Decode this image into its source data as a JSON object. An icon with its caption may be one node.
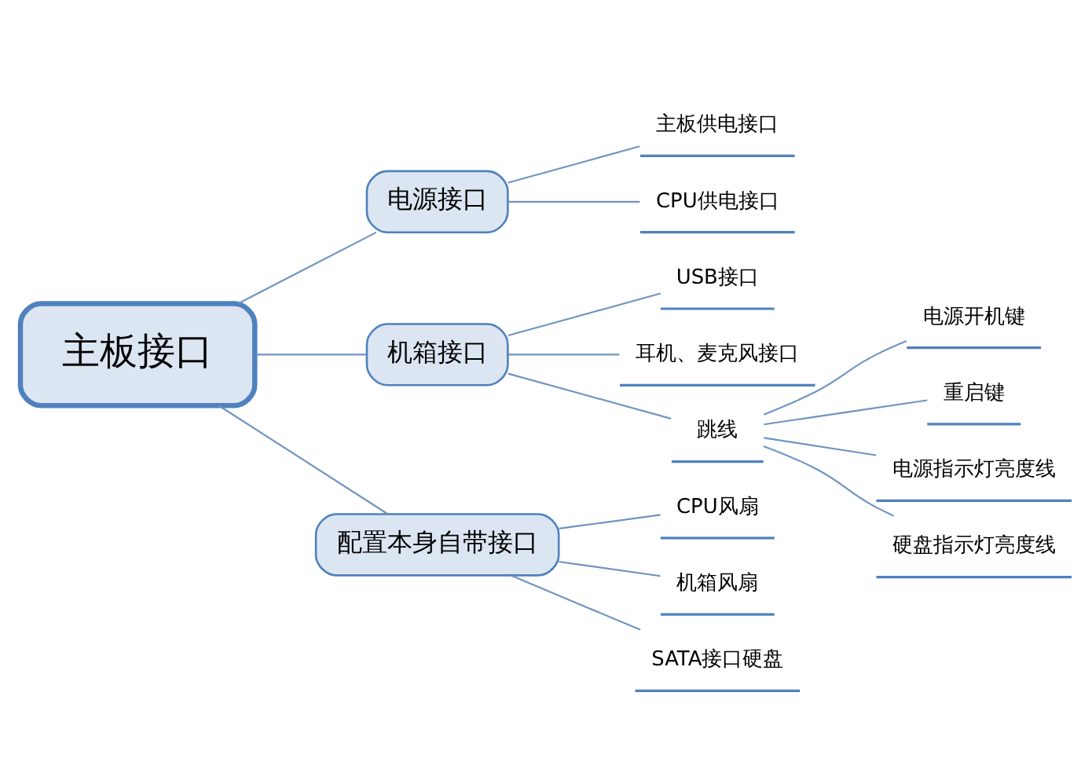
{
  "diagram": {
    "nodes": [
      {
        "text": [
          "主板接口"
        ]
      },
      {
        "text": [
          "电源接口"
        ]
      },
      {
        "text": [
          "主板供电接口"
        ]
      },
      {
        "text": [
          "CPU供电接口"
        ]
      },
      {
        "text": [
          "机箱接口"
        ]
      },
      {
        "text": [
          "USB接口"
        ]
      },
      {
        "text": [
          "耳机、麦克风接口"
        ]
      },
      {
        "text": [
          "跳线"
        ]
      },
      {
        "text": [
          "电源开机键"
        ]
      },
      {
        "text": [
          "重启键"
        ]
      },
      {
        "text": [
          "电源指示灯亮度线"
        ]
      },
      {
        "text": [
          "硬盘指示灯亮度线"
        ]
      },
      {
        "text": [
          "配置本身自带接口"
        ]
      },
      {
        "text": [
          "CPU风扇"
        ]
      },
      {
        "text": [
          "机箱风扇"
        ]
      },
      {
        "text": [
          "SATA接口硬盘"
        ]
      }
    ],
    "edges": [
      {
        "from": 0,
        "to": 1,
        "arrow": "none"
      },
      {
        "from": 1,
        "to": 2,
        "arrow": "none"
      },
      {
        "from": 1,
        "to": 3,
        "arrow": "none"
      },
      {
        "from": 0,
        "to": 4,
        "arrow": "none"
      },
      {
        "from": 4,
        "to": 5,
        "arrow": "none"
      },
      {
        "from": 4,
        "to": 6,
        "arrow": "none"
      },
      {
        "from": 4,
        "to": 7,
        "arrow": "none"
      },
      {
        "from": 7,
        "to": 8,
        "arrow": "none"
      },
      {
        "from": 7,
        "to": 9,
        "arrow": "none"
      },
      {
        "from": 7,
        "to": 10,
        "arrow": "none"
      },
      {
        "from": 7,
        "to": 11,
        "arrow": "none"
      },
      {
        "from": 0,
        "to": 12,
        "arrow": "none"
      },
      {
        "from": 12,
        "to": 13,
        "arrow": "none"
      },
      {
        "from": 12,
        "to": 14,
        "arrow": "none"
      },
      {
        "from": 12,
        "to": 15,
        "arrow": "none"
      }
    ]
  }
}
